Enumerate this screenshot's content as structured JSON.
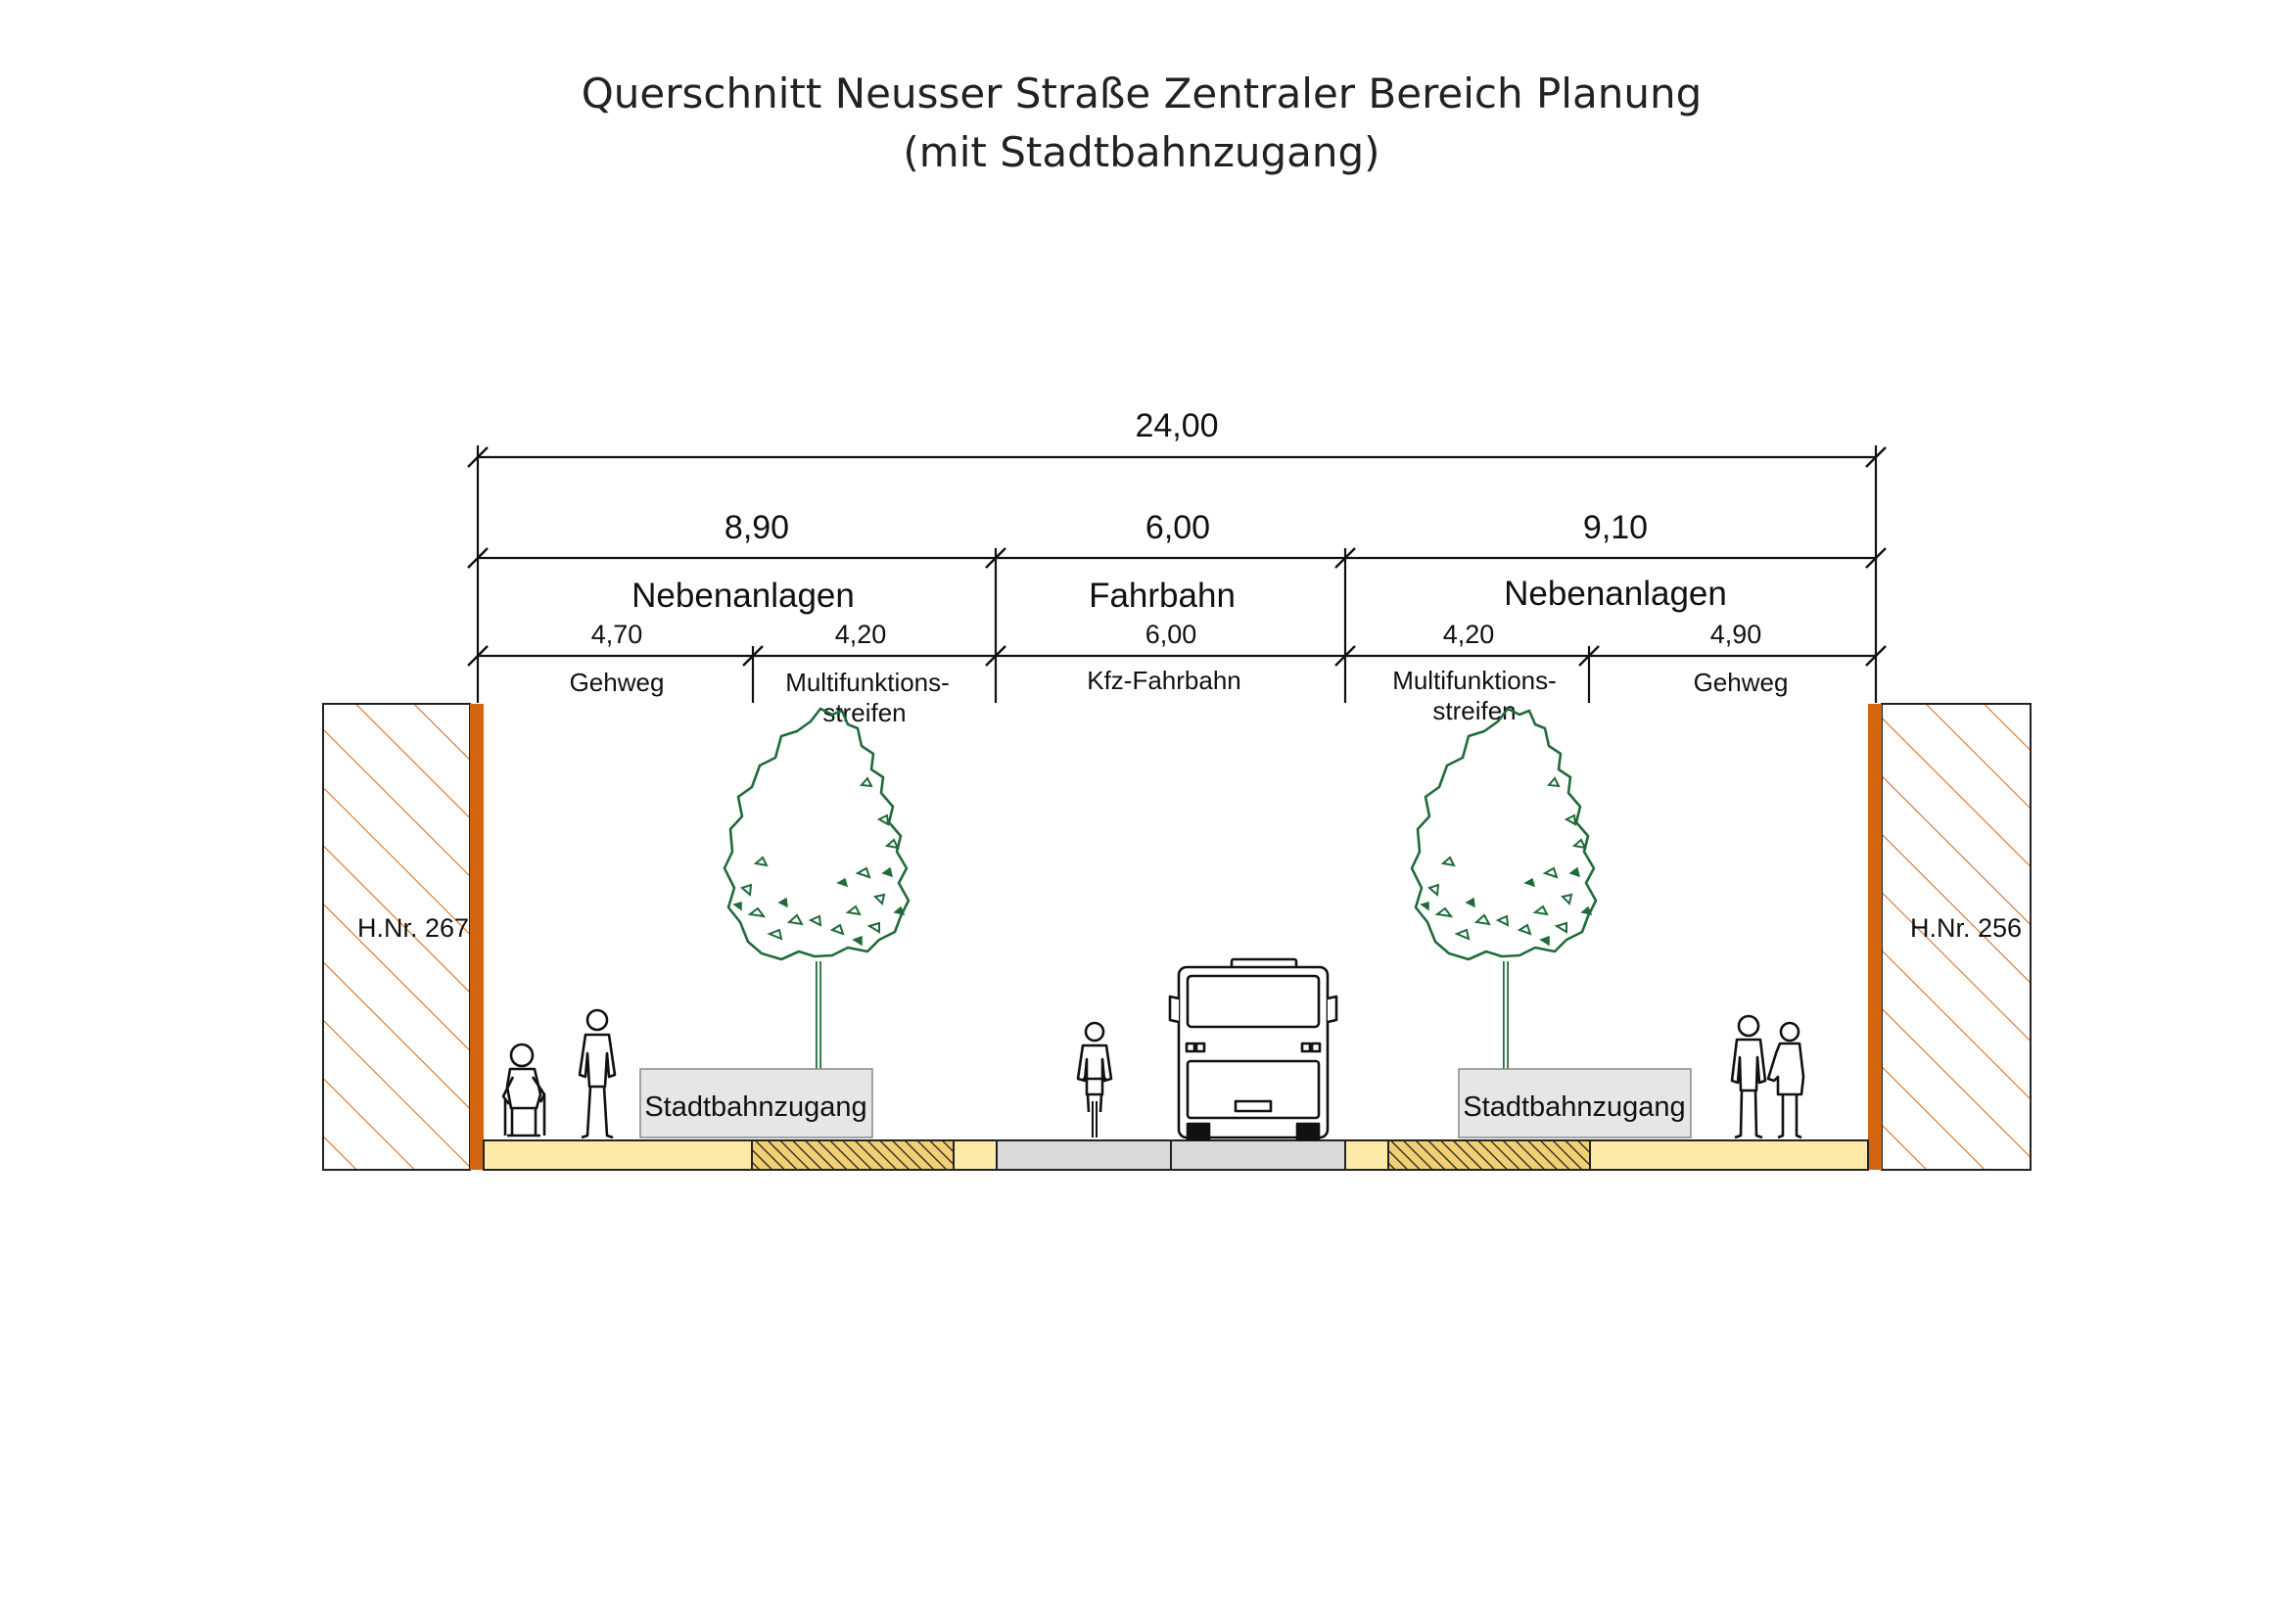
{
  "title": {
    "line1": "Querschnitt Neusser Straße Zentraler Bereich Planung",
    "line2": "(mit Stadtbahnzugang)"
  },
  "dimensions": {
    "total": "24,00",
    "groups": [
      {
        "width": "8,90",
        "label": "Nebenanlagen"
      },
      {
        "width": "6,00",
        "label": "Fahrbahn"
      },
      {
        "width": "9,10",
        "label": "Nebenanlagen"
      }
    ],
    "parts": [
      {
        "width": "4,70",
        "label": "Gehweg"
      },
      {
        "width": "4,20",
        "label_line1": "Multifunktions-",
        "label_line2": "streifen"
      },
      {
        "width": "6,00",
        "label": "Kfz-Fahrbahn"
      },
      {
        "width": "4,20",
        "label_line1": "Multifunktions-",
        "label_line2": "streifen"
      },
      {
        "width": "4,90",
        "label": "Gehweg"
      }
    ]
  },
  "buildings": {
    "left": "H.Nr. 267",
    "right": "H.Nr. 256"
  },
  "station_access": {
    "left": "Stadtbahnzugang",
    "right": "Stadtbahnzugang"
  },
  "colors": {
    "facade": "#d4650f",
    "hatch": "#d4650f",
    "sidewalk": "#fde9a8",
    "road": "#d9d9d9",
    "access_box": "#e6e6e6",
    "tree": "#1f6b3a"
  },
  "figures": [
    "wheelchair-user-icon",
    "pedestrian-icon",
    "cyclist-icon",
    "bus-icon",
    "couple-icon",
    "tree-icon"
  ]
}
